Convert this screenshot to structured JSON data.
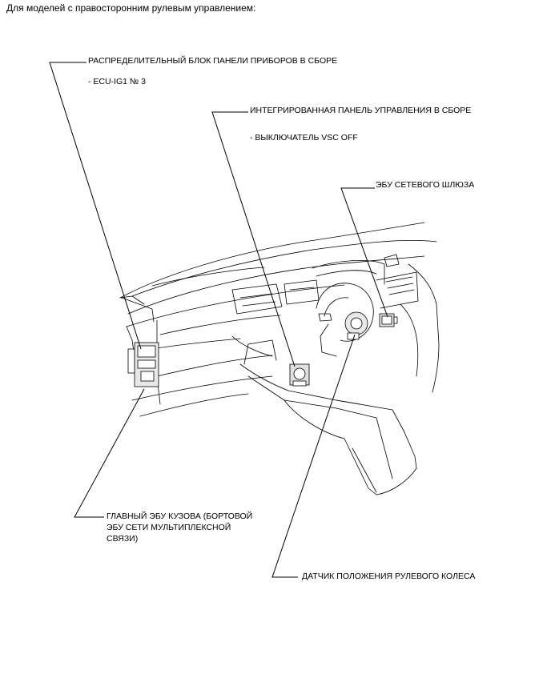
{
  "heading": "Для моделей с правосторонним рулевым управлением:",
  "labels": {
    "junction_block": "РАСПРЕДЕЛИТЕЛЬНЫЙ БЛОК ПАНЕЛИ ПРИБОРОВ В СБОРЕ",
    "junction_block_sub": "- ECU-IG1 № 3",
    "control_panel": "ИНТЕГРИРОВАННАЯ ПАНЕЛЬ УПРАВЛЕНИЯ В СБОРЕ",
    "control_panel_sub": "- ВЫКЛЮЧАТЕЛЬ VSC OFF",
    "gateway_ecu": "ЭБУ СЕТЕВОГО ШЛЮЗА",
    "body_ecu_line1": "ГЛАВНЫЙ ЭБУ КУЗОВА (БОРТОВОЙ",
    "body_ecu_line2": "ЭБУ СЕТИ МУЛЬТИПЛЕКСНОЙ",
    "body_ecu_line3": "СВЯЗИ)",
    "steering_sensor": "ДАТЧИК ПОЛОЖЕНИЯ РУЛЕВОГО КОЛЕСА"
  }
}
